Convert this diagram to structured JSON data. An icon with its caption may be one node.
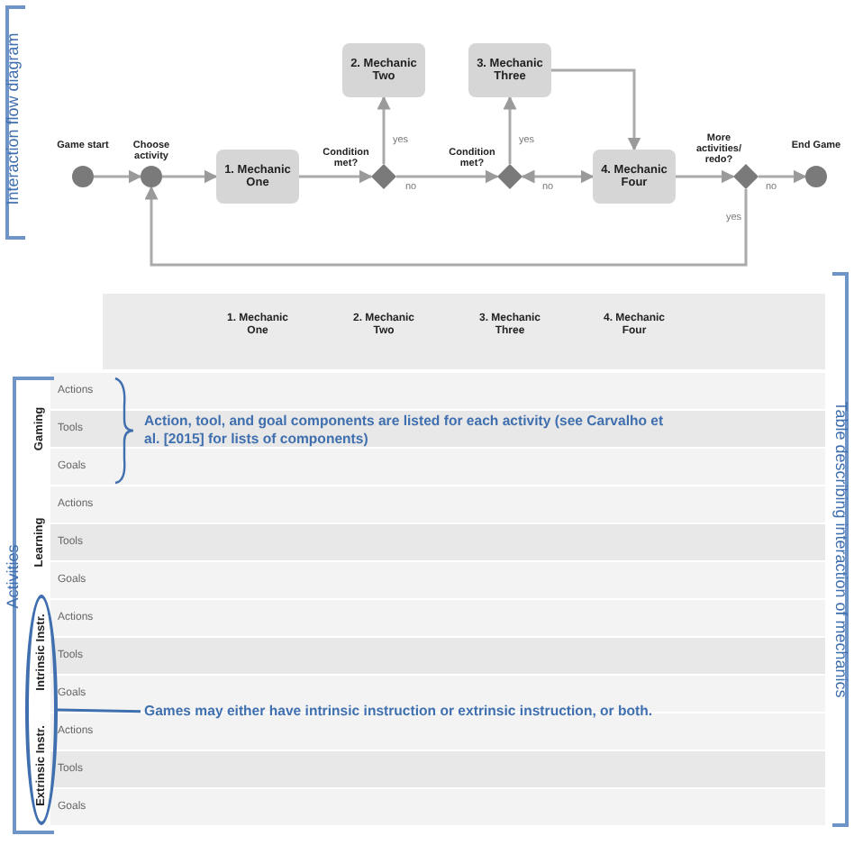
{
  "diagram": {
    "nodes": [
      {
        "text": [
          "Game start"
        ]
      },
      {
        "text": [
          "Choose activity"
        ]
      },
      {
        "text": [
          "1. Mechanic One"
        ]
      },
      {
        "text": [
          "Condition met?"
        ]
      },
      {
        "text": [
          "2. Mechanic Two"
        ]
      },
      {
        "text": [
          "Condition met?"
        ]
      },
      {
        "text": [
          "3. Mechanic Three"
        ]
      },
      {
        "text": [
          "4. Mechanic Four"
        ]
      },
      {
        "text": [
          "More activities/ redo?"
        ]
      },
      {
        "text": [
          "End Game"
        ]
      },
      {
        "text": [
          "Intrinsic Instr.",
          "Extrinsic Instr."
        ]
      },
      {
        "text": [
          "Games may either have intrinsic instruction or extrinsic instruction, or both."
        ]
      }
    ],
    "edges": [
      {
        "from": 0,
        "to": 1,
        "arrow": "to"
      },
      {
        "from": 1,
        "to": 2,
        "arrow": "to"
      },
      {
        "from": 2,
        "to": 3,
        "arrow": "to"
      },
      {
        "from": 3,
        "to": 4,
        "arrow": "to",
        "label": "yes"
      },
      {
        "from": 3,
        "to": 5,
        "arrow": "to",
        "label": "no"
      },
      {
        "from": 5,
        "to": 6,
        "arrow": "to",
        "label": "yes"
      },
      {
        "from": 5,
        "to": 7,
        "arrow": "both",
        "label": "no"
      },
      {
        "from": 6,
        "to": 7,
        "arrow": "to"
      },
      {
        "from": 7,
        "to": 8,
        "arrow": "to"
      },
      {
        "from": 8,
        "to": 9,
        "arrow": "to",
        "label": "no"
      },
      {
        "from": 8,
        "to": 1,
        "arrow": "to",
        "label": "yes"
      },
      {
        "from": 11,
        "to": 10,
        "arrow": "none",
        "color": "#3f6fae"
      }
    ],
    "labels": [
      "Interaction flow diagram",
      "Activities",
      "Table describing interaction of mechanics",
      "1. Mechanic One",
      "2. Mechanic Two",
      "3. Mechanic Three",
      "4. Mechanic Four",
      "Gaming",
      "Actions",
      "Tools",
      "Goals",
      "Action, tool, and goal components are listed for each activity (see Carvalho et al. [2015] for lists of components)",
      "Learning",
      "Actions",
      "Tools",
      "Goals",
      "Actions",
      "Tools",
      "Goals",
      "Actions",
      "Tools",
      "Goals"
    ]
  }
}
